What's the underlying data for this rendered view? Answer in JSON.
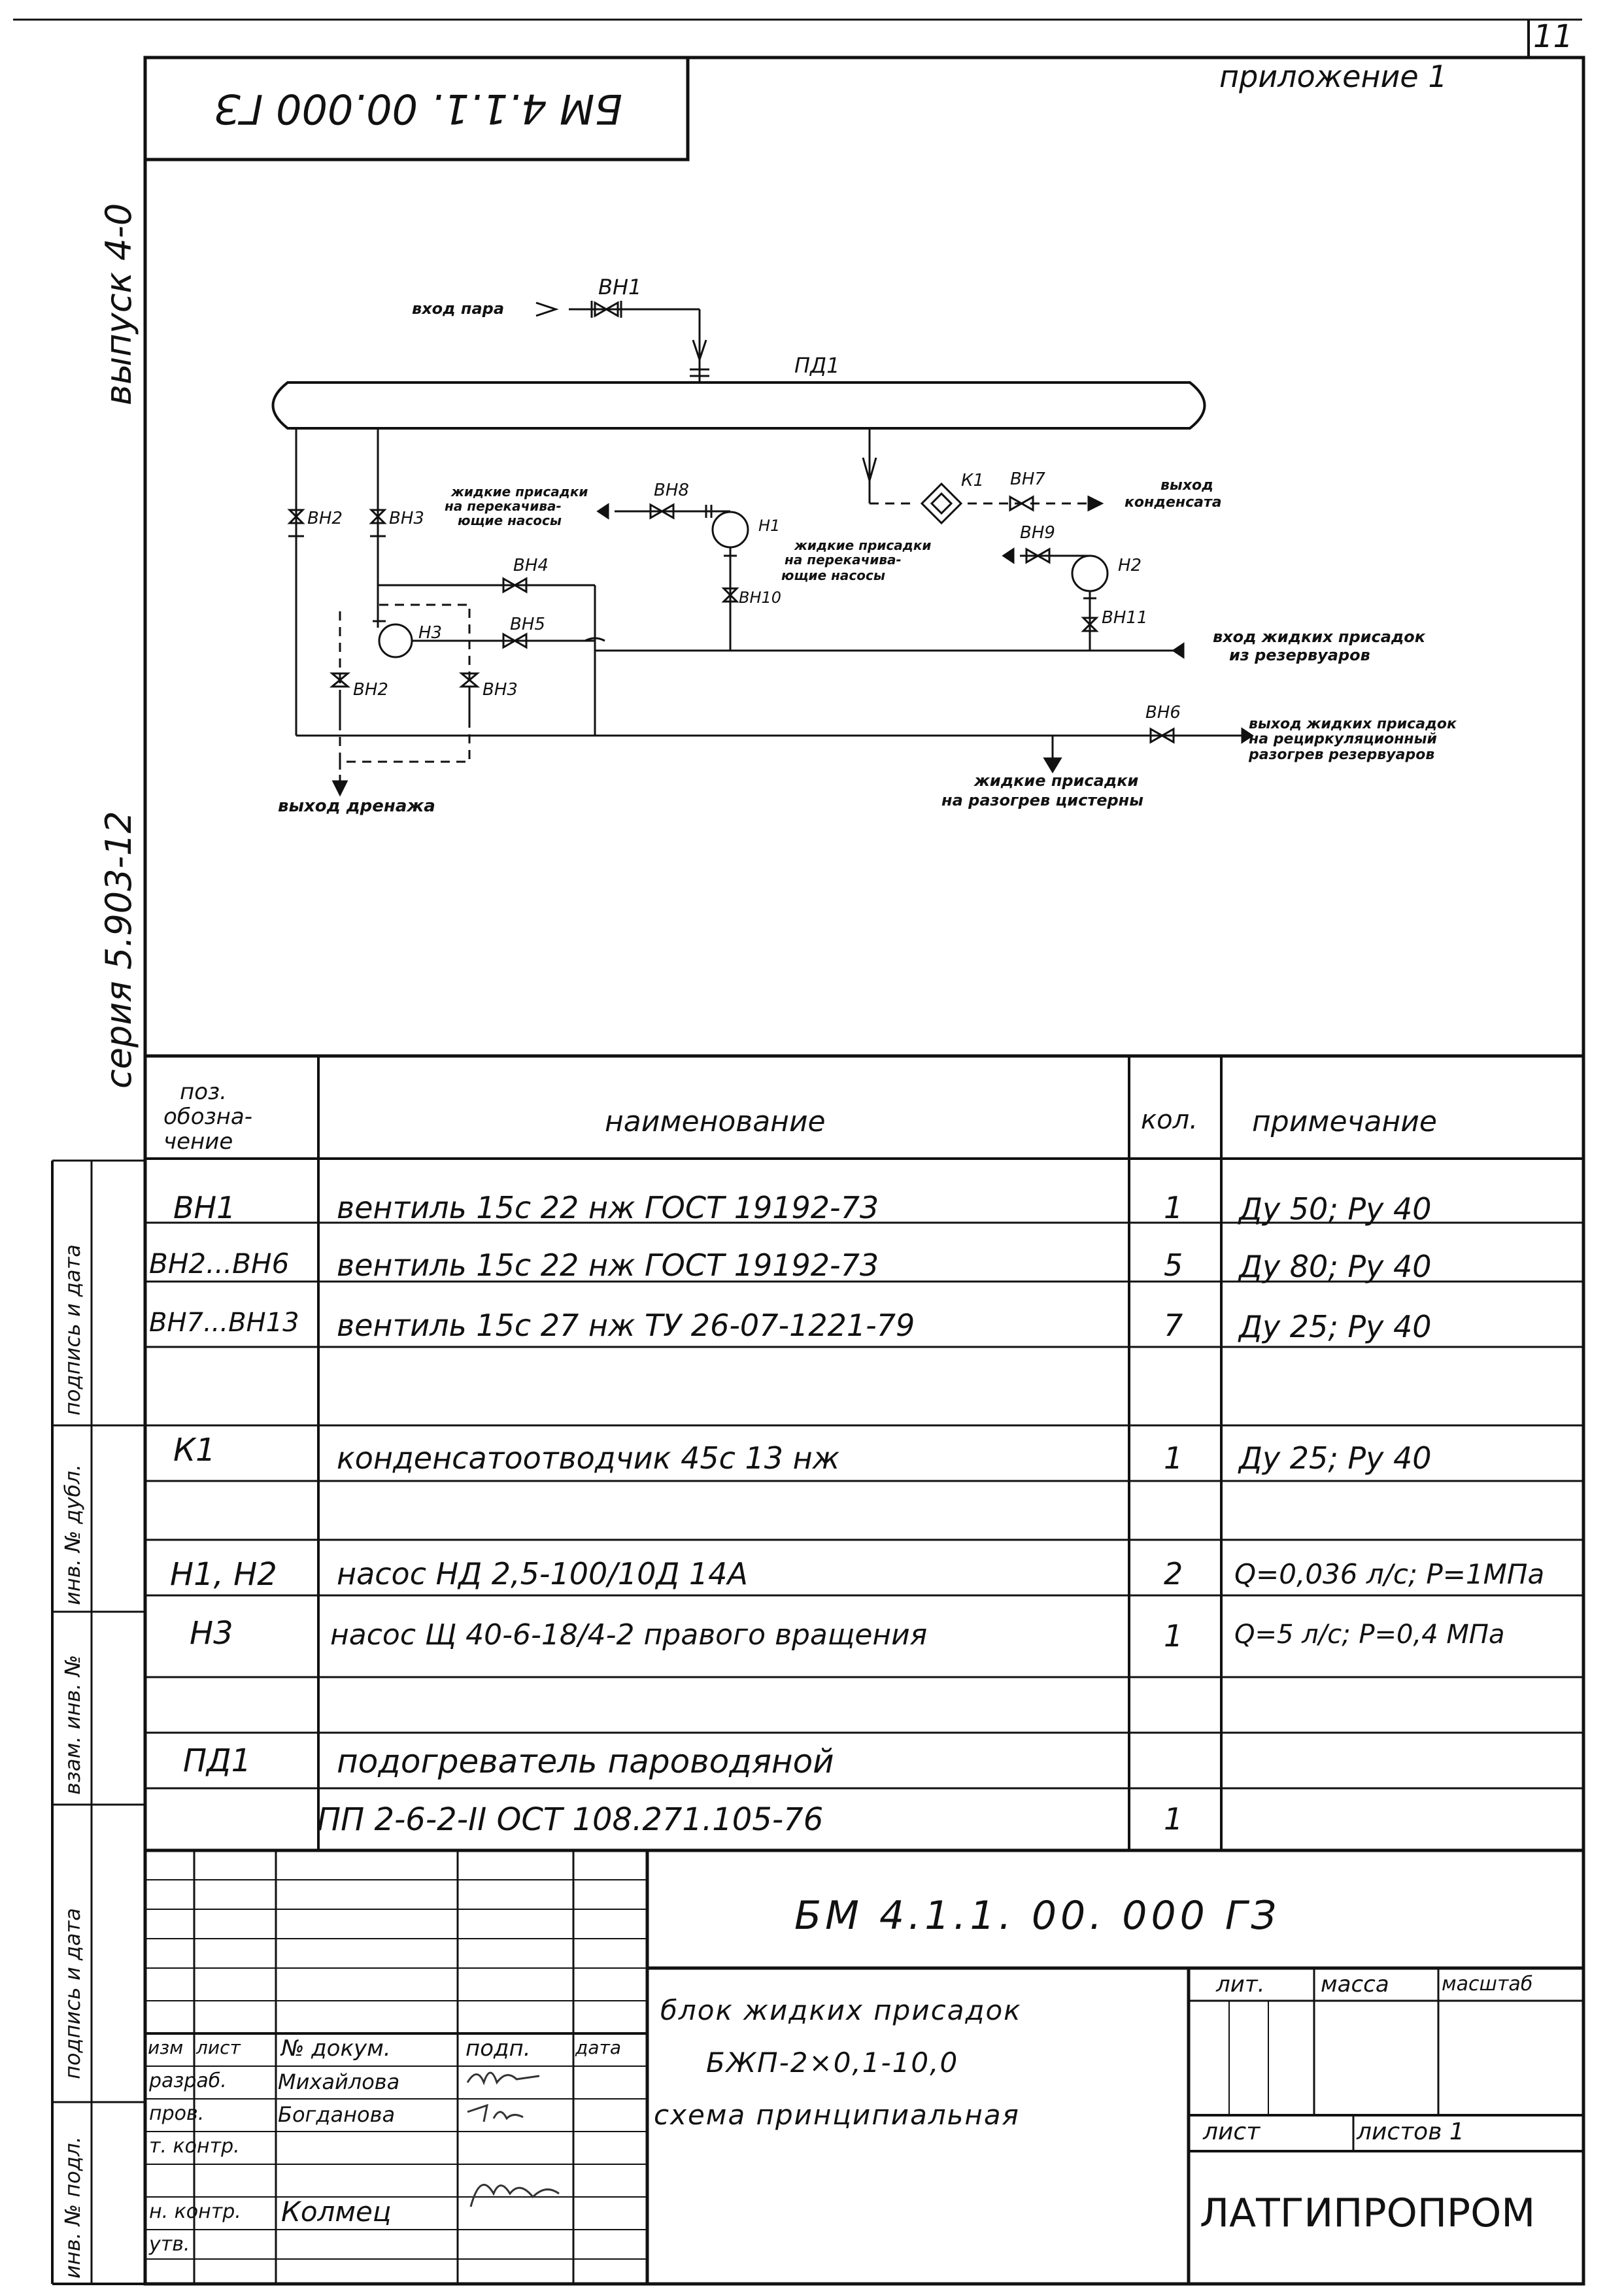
{
  "sheet": {
    "page_number": "11",
    "appendix": "приложение 1",
    "stamp_code_mirrored": "БМ 4.1.1. 00.000 ГЗ",
    "side_labels": {
      "issue": "выпуск 4-0",
      "series": "серия 5.903-12"
    }
  },
  "schematic": {
    "labels": {
      "steam_in": "вход пара",
      "vn1": "ВН1",
      "pd1": "ПД1",
      "k1": "К1",
      "vn7": "ВН7",
      "condensate_out_1": "выход",
      "condensate_out_2": "конденсата",
      "vn2": "ВН2",
      "vn3": "ВН3",
      "pumps1_1": "жидкие присадки",
      "pumps1_2": "на перекачива-",
      "pumps1_3": "ющие насосы",
      "vn8": "ВН8",
      "h1": "Н1",
      "vn9": "ВН9",
      "h2": "Н2",
      "pumps2_1": "жидкие присадки",
      "pumps2_2": "на перекачива-",
      "pumps2_3": "ющие насосы",
      "vn4": "ВН4",
      "vn10": "ВН10",
      "vn11": "ВН11",
      "h3": "Н3",
      "vn5": "ВН5",
      "inlet_1": "вход жидких присадок",
      "inlet_2": "из резервуаров",
      "vn2b": "ВН2",
      "vn3b": "ВН3",
      "vn6": "ВН6",
      "recirc_1": "выход жидких присадок",
      "recirc_2": "на рециркуляционный",
      "recirc_3": "разогрев резервуаров",
      "tank_1": "жидкие присадки",
      "tank_2": "на разогрев цистерны",
      "drain": "выход дренажа"
    }
  },
  "spec_table": {
    "headers": {
      "pos": [
        "поз.",
        "обозна-",
        "чение"
      ],
      "name": "наименование",
      "qty": "кол.",
      "note": "примечание"
    },
    "rows": [
      {
        "pos": "ВН1",
        "name": "вентиль 15с 22 нж ГОСТ 19192-73",
        "qty": "1",
        "note": "Ду 50; Ру 40"
      },
      {
        "pos": "ВН2...ВН6",
        "name": "вентиль 15с 22 нж ГОСТ 19192-73",
        "qty": "5",
        "note": "Ду 80; Ру 40"
      },
      {
        "pos": "ВН7...ВН13",
        "name": "вентиль 15с 27 нж ТУ 26-07-1221-79",
        "qty": "7",
        "note": "Ду 25; Ру 40"
      },
      {
        "pos": "",
        "name": "",
        "qty": "",
        "note": ""
      },
      {
        "pos": "К1",
        "name": "конденсатоотводчик 45с 13 нж",
        "qty": "1",
        "note": "Ду 25; Ру 40"
      },
      {
        "pos": "",
        "name": "",
        "qty": "",
        "note": ""
      },
      {
        "pos": "Н1, Н2",
        "name": "насос НД 2,5-100/10Д 14А",
        "qty": "2",
        "note": "Q=0,036 л/с; Р=1МПа"
      },
      {
        "pos": "Н3",
        "name": "насос Щ 40-6-18/4-2 правого вращения",
        "qty": "1",
        "note": "Q=5 л/с; Р=0,4 МПа"
      },
      {
        "pos": "",
        "name": "",
        "qty": "",
        "note": ""
      },
      {
        "pos": "ПД1",
        "name": "подогреватель пароводяной",
        "qty": "",
        "note": ""
      },
      {
        "pos": "",
        "name": "ПП 2-6-2-II ОСТ 108.271.105-76",
        "qty": "1",
        "note": ""
      }
    ]
  },
  "title_block": {
    "code": "БМ 4.1.1. 00. 000 ГЗ",
    "sign_headers": [
      "изм",
      "лист",
      "№ докум.",
      "подп.",
      "дата"
    ],
    "roles": [
      "разраб.",
      "пров.",
      "т. контр.",
      "",
      "н. контр.",
      "утв."
    ],
    "names": [
      "Михайлова",
      "Богданова",
      "",
      "",
      "Колмец",
      ""
    ],
    "title_lines": [
      "блок жидких присадок",
      "БЖП-2×0,1-10,0",
      "схема принципиальная"
    ],
    "lit_label": "лит.",
    "mass_label": "масса",
    "scale_label": "масштаб",
    "sheet_label": "лист",
    "sheets_label": "листов 1",
    "org": "ЛАТГИПРОПРОМ"
  },
  "left_strip": {
    "labels": [
      "инв. № подл.",
      "подпись и дата",
      "взам. инв. №",
      "инв. № дубл.",
      "подпись и дата"
    ]
  }
}
